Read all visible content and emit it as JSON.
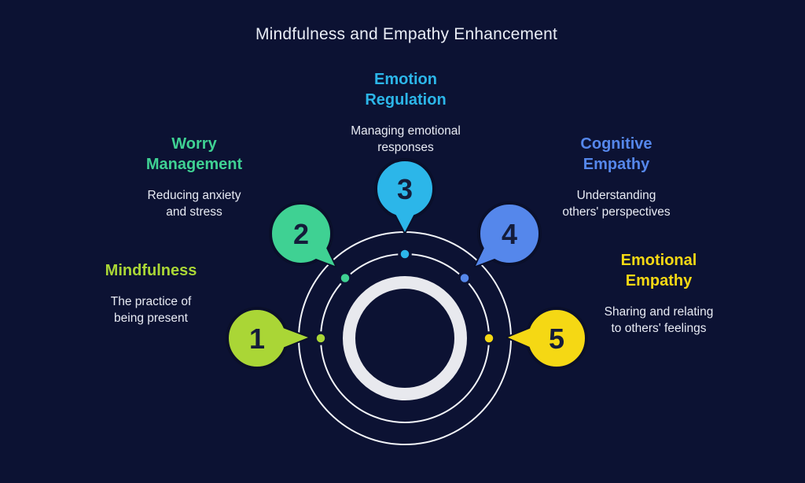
{
  "title": "Mindfulness and Empathy Enhancement",
  "colors": {
    "background": "#0c1233",
    "title_text": "#e9edf6",
    "description_text": "#e8ebf4",
    "center_ring": "#e8e9ee",
    "orbit_line": "#f2f4f8",
    "bubble_outline": "#0a0f2a",
    "bubble_number": "#141c3a"
  },
  "items": [
    {
      "number": "1",
      "label": "Mindfulness",
      "label_lines": [
        "Mindfulness"
      ],
      "description": "The practice of being present",
      "description_lines": [
        "The practice of",
        "being present"
      ],
      "color": "#aad636"
    },
    {
      "number": "2",
      "label": "Worry Management",
      "label_lines": [
        "Worry",
        "Management"
      ],
      "description": "Reducing anxiety and stress",
      "description_lines": [
        "Reducing anxiety",
        "and stress"
      ],
      "color": "#3fd193"
    },
    {
      "number": "3",
      "label": "Emotion Regulation",
      "label_lines": [
        "Emotion",
        "Regulation"
      ],
      "description": "Managing emotional responses",
      "description_lines": [
        "Managing emotional",
        "responses"
      ],
      "color": "#2cb6e9"
    },
    {
      "number": "4",
      "label": "Cognitive Empathy",
      "label_lines": [
        "Cognitive",
        "Empathy"
      ],
      "description": "Understanding others' perspectives",
      "description_lines": [
        "Understanding",
        "others' perspectives"
      ],
      "color": "#5587eb"
    },
    {
      "number": "5",
      "label": "Emotional Empathy",
      "label_lines": [
        "Emotional",
        "Empathy"
      ],
      "description": "Sharing and relating to others' feelings",
      "description_lines": [
        "Sharing and relating",
        "to others' feelings"
      ],
      "color": "#f5d814"
    }
  ]
}
